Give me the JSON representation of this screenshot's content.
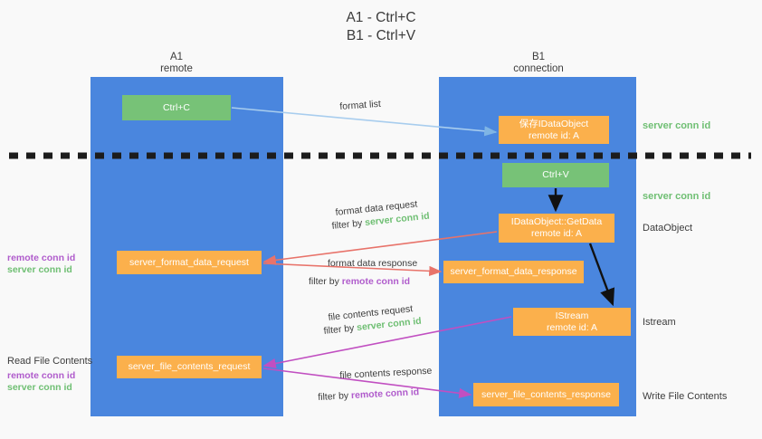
{
  "title": "A1 - Ctrl+C\nB1 - Ctrl+V",
  "columns": {
    "left": {
      "name": "A1",
      "role": "remote",
      "header": "A1\nremote"
    },
    "right": {
      "name": "B1",
      "role": "connection",
      "header": "B1\nconnection"
    }
  },
  "boxes": {
    "ctrl_c": "Ctrl+C",
    "save_idataobject": "保存IDataObject\nremote id: A",
    "ctrl_v": "Ctrl+V",
    "getdata": "IDataObject::GetData\nremote id: A",
    "istream": "IStream\nremote id: A",
    "server_format_data_request": "server_format_data_request",
    "server_format_data_response": "server_format_data_response",
    "server_file_contents_request": "server_file_contents_request",
    "server_file_contents_response": "server_file_contents_response"
  },
  "right_notes": {
    "server_conn_id_1": "server conn id",
    "server_conn_id_2": "server conn id",
    "dataobject": "DataObject",
    "istream": "Istream",
    "write_file_contents": "Write File Contents"
  },
  "left_notes": {
    "read_file_contents": "Read File Contents",
    "remote_conn_id": "remote conn id",
    "server_conn_id": "server conn id"
  },
  "edge_labels": {
    "format_list": "format list",
    "format_data_request": "format data request",
    "filter_by": "filter by ",
    "server_conn_id": "server conn id",
    "remote_conn_id": "remote conn id",
    "format_data_response": "format data response",
    "file_contents_request": "file contents request",
    "file_contents_response": "file contents response"
  },
  "colors": {
    "lane": "#4a86de",
    "green_box": "#77c277",
    "orange_box": "#fbb04c",
    "server_conn_id": "#6fbf73",
    "remote_conn_id": "#b05ccc",
    "arrow_light_blue": "#a8cdee",
    "arrow_red": "#e8736a",
    "arrow_magenta": "#c14fc1",
    "arrow_black": "#111111",
    "background": "#f9f9f9"
  }
}
